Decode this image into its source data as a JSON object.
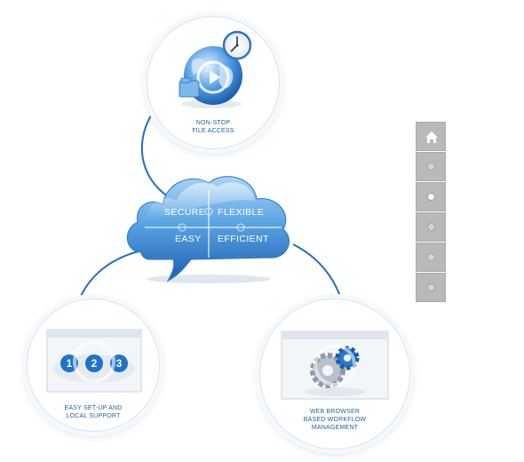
{
  "diagram": {
    "cloud": {
      "quadrants": [
        "SECURE",
        "FLEXIBLE",
        "EASY",
        "EFFICIENT"
      ]
    },
    "nodes": {
      "top": {
        "line1": "NON-STOP",
        "line2": "FILE ACCESS"
      },
      "bottom_left": {
        "line1": "EASY SET-UP AND",
        "line2": "LOCAL SUPPORT",
        "steps": [
          "1",
          "2",
          "3"
        ]
      },
      "bottom_right": {
        "line1": "WEB BROWSER",
        "line2": "BASED WORKFLOW",
        "line3": "MANAGEMENT"
      }
    }
  },
  "side_nav": {
    "items": [
      {
        "icon": "home-icon",
        "active": false
      },
      {
        "icon": "dot-icon",
        "active": false
      },
      {
        "icon": "dot-icon",
        "active": true
      },
      {
        "icon": "dot-icon",
        "active": false
      },
      {
        "icon": "dot-icon",
        "active": false
      },
      {
        "icon": "dot-icon",
        "active": false
      }
    ]
  },
  "colors": {
    "brand_blue": "#1f6fc4",
    "cloud_light": "#8fc6f0",
    "cloud_dark": "#1e66b6",
    "nav_grey": "#b9b9b9"
  }
}
